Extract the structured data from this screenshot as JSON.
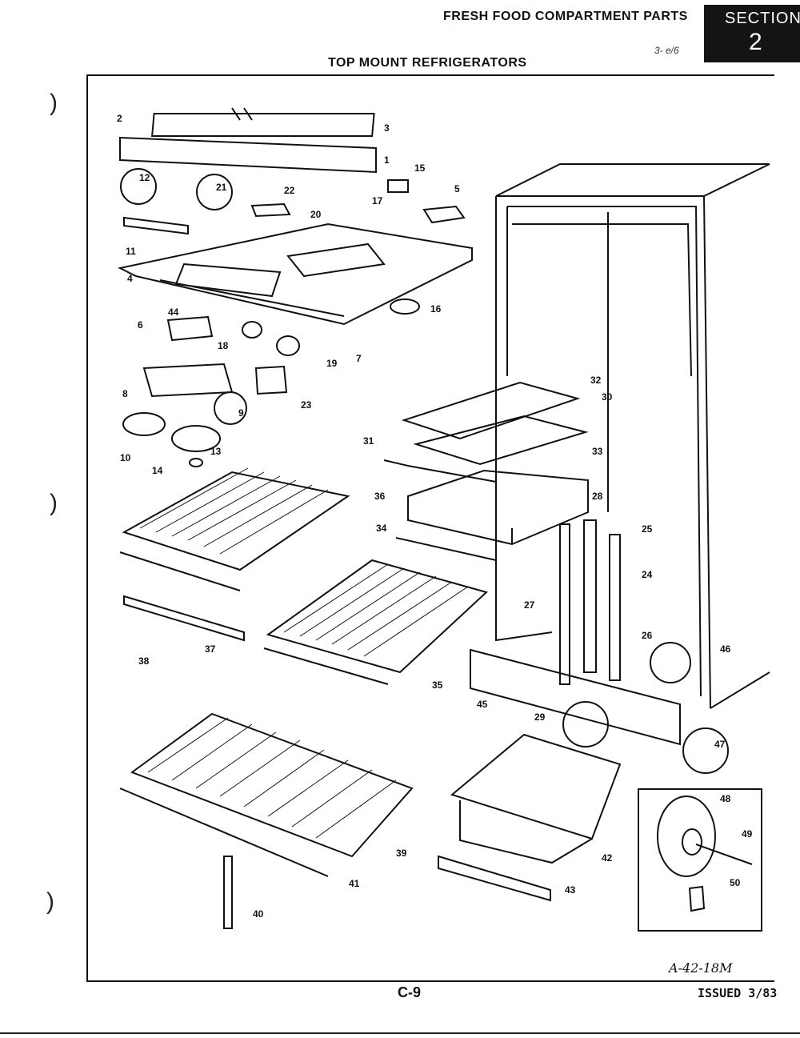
{
  "header": {
    "title": "FRESH FOOD  COMPARTMENT PARTS",
    "subtitle": "TOP MOUNT REFRIGERATORS",
    "section_label": "SECTION",
    "section_number": "2",
    "scribble": "3- e/6"
  },
  "callouts": [
    "1",
    "2",
    "3",
    "4",
    "5",
    "6",
    "7",
    "8",
    "9",
    "10",
    "11",
    "12",
    "13",
    "14",
    "15",
    "16",
    "17",
    "18",
    "19",
    "20",
    "21",
    "22",
    "23",
    "24",
    "25",
    "26",
    "27",
    "28",
    "29",
    "30",
    "31",
    "32",
    "33",
    "34",
    "35",
    "36",
    "37",
    "38",
    "39",
    "40",
    "41",
    "42",
    "43",
    "44",
    "45",
    "46",
    "47",
    "48",
    "49",
    "50"
  ],
  "footer": {
    "drawing_code": "A-42-18M",
    "page": "C-9",
    "issued": "ISSUED 3/83"
  },
  "colors": {
    "ink": "#111111",
    "section_bg": "#141414",
    "paper": "#ffffff"
  }
}
